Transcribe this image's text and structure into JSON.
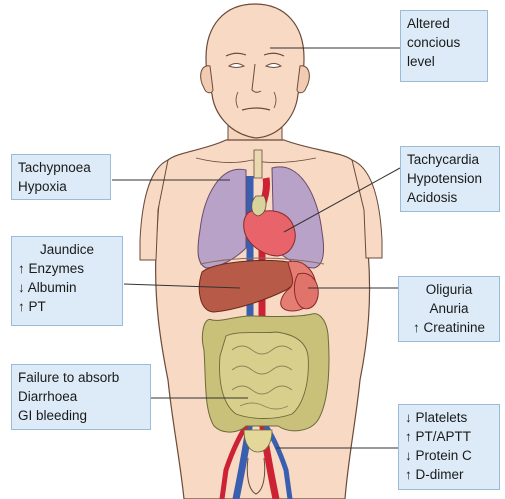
{
  "labels": {
    "brain": {
      "lines": [
        "Altered",
        "concious",
        "level"
      ]
    },
    "lungs": {
      "lines": [
        "Tachypnoea",
        "Hypoxia"
      ]
    },
    "heart": {
      "lines": [
        "Tachycardia",
        "Hypotension",
        "Acidosis"
      ]
    },
    "liver": {
      "lines": [
        "Jaundice",
        "↑ Enzymes",
        "↓ Albumin",
        "↑ PT"
      ]
    },
    "kidney": {
      "lines": [
        "Oliguria",
        "Anuria",
        "↑ Creatinine"
      ]
    },
    "gut": {
      "lines": [
        "Failure to absorb",
        "Diarrhoea",
        "GI bleeding"
      ]
    },
    "blood": {
      "lines": [
        "↓ Platelets",
        "↑ PT/APTT",
        "↓ Protein C",
        "↑ D-dimer"
      ]
    }
  },
  "colors": {
    "box_fill": "#dcebf7",
    "box_border": "#9bbcd8",
    "skin": "#f7d9c4",
    "lungs": "#b9a2c8",
    "heart": "#e8646a",
    "liver": "#b85a48",
    "kidney": "#e0736a",
    "intestine": "#c9c07a",
    "artery": "#cc2233",
    "vein": "#3a5fb0"
  }
}
